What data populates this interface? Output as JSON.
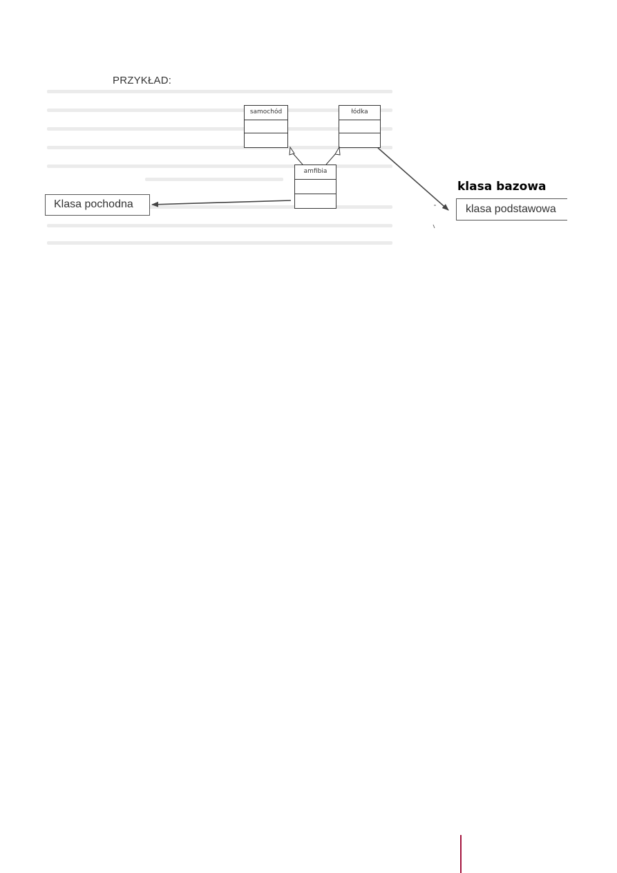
{
  "heading": "PRZYKŁAD:",
  "classes": {
    "samochod": "samochód",
    "lodka": "łódka",
    "amfibia": "amfibia"
  },
  "labels": {
    "derived": "Klasa pochodna",
    "base_title": "klasa bazowa",
    "base": "klasa podstawowa"
  },
  "colors": {
    "accent_bar": "#a3123c"
  }
}
